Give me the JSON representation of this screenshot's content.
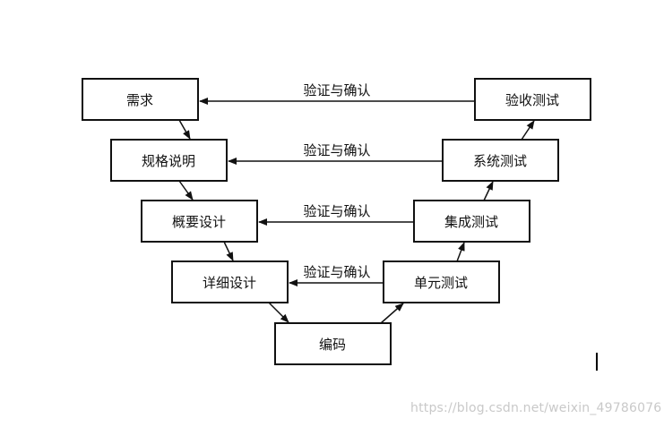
{
  "boxes": {
    "requirements": "需求",
    "specification": "规格说明",
    "outline_design": "概要设计",
    "detailed_design": "详细设计",
    "coding": "编码",
    "unit_test": "单元测试",
    "integration_test": "集成测试",
    "system_test": "系统测试",
    "acceptance_test": "验收测试"
  },
  "edge_labels": {
    "row1": "验证与确认",
    "row2": "验证与确认",
    "row3": "验证与确认",
    "row4": "验证与确认"
  },
  "watermark": "https://blog.csdn.net/weixin_49786076"
}
